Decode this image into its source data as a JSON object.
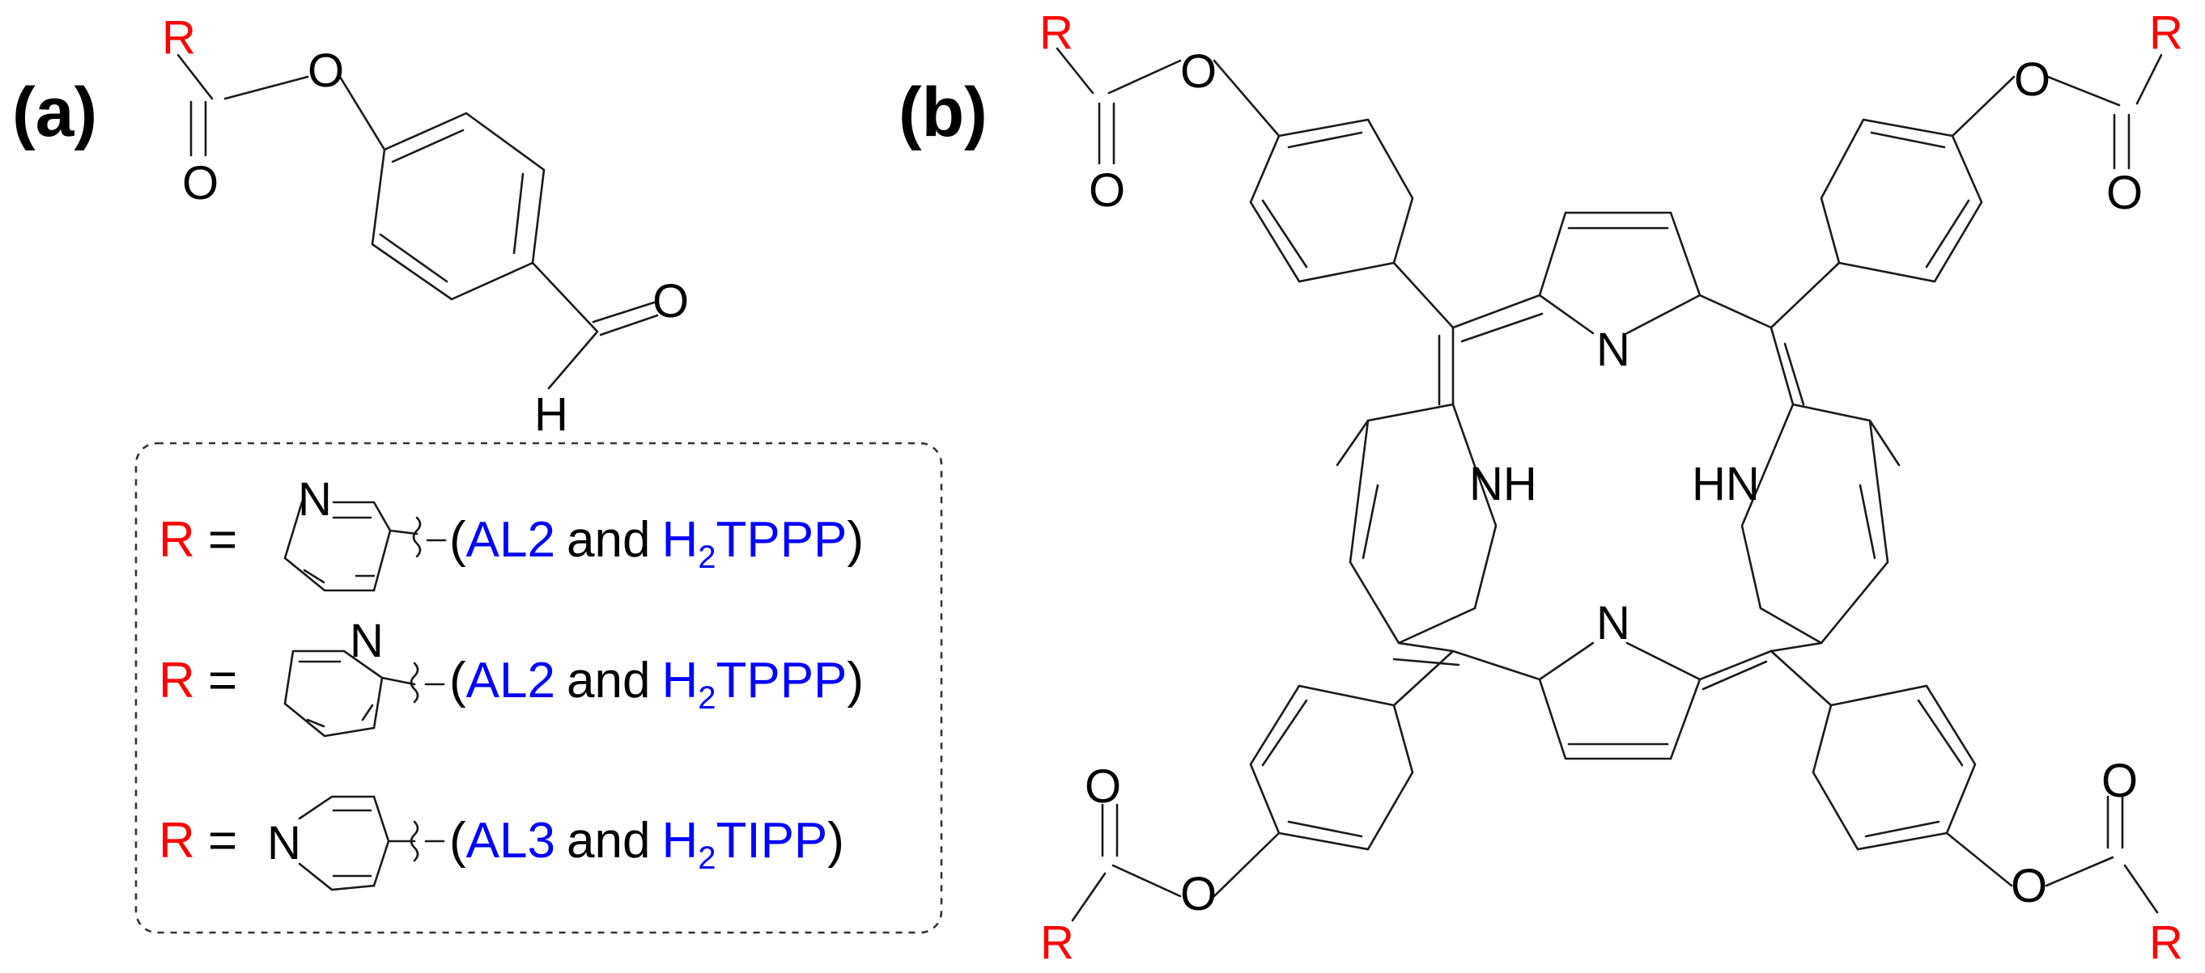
{
  "panel_a": {
    "label": "(a)",
    "atoms": {
      "r": "R",
      "o_ester": "O",
      "o_carbonyl": "O",
      "o_aldehyde": "O",
      "h": "H"
    },
    "legend": {
      "rows": [
        {
          "r": "R",
          "eq": "=",
          "ring_atom": "N",
          "open": "(",
          "ligand": "AL2",
          "and": "and",
          "h": "H",
          "sub": "2",
          "porph": "TPPP",
          "close": ")"
        },
        {
          "r": "R",
          "eq": "=",
          "ring_atom": "N",
          "open": "(",
          "ligand": "AL2",
          "and": "and",
          "h": "H",
          "sub": "2",
          "porph": "TPPP",
          "close": ")"
        },
        {
          "r": "R",
          "eq": "=",
          "ring_atom": "N",
          "open": "(",
          "ligand": "AL3",
          "and": "and",
          "h": "H",
          "sub": "2",
          "porph": "TIPP",
          "close": ")"
        }
      ]
    }
  },
  "panel_b": {
    "label": "(b)",
    "atoms": {
      "r": "R",
      "o": "O",
      "n": "N",
      "nh": "NH",
      "hn": "HN"
    }
  },
  "colors": {
    "r_group": "#ff0000",
    "names": "#0000ff",
    "text": "#000000",
    "bond": "#1a1a1a"
  }
}
